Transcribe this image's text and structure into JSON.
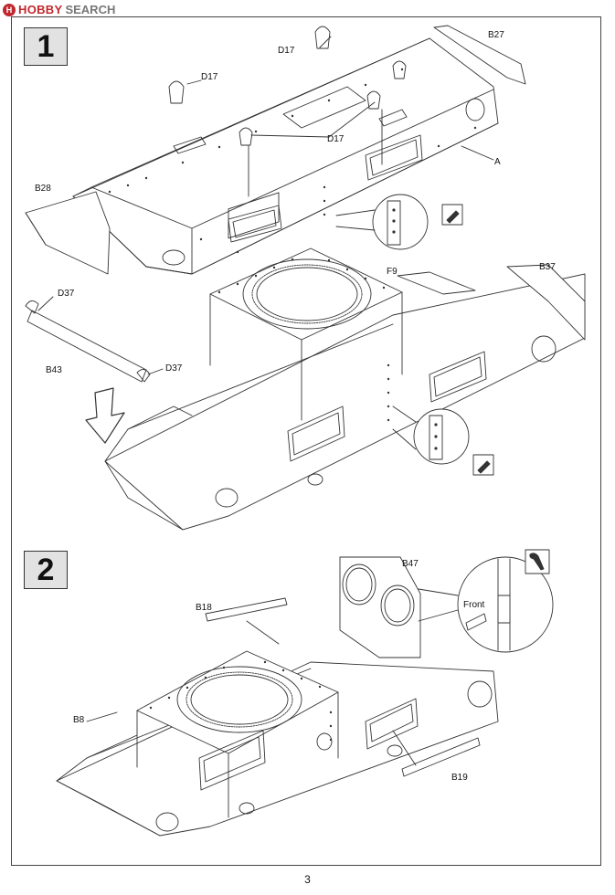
{
  "watermark": {
    "brand": "HOBBY",
    "word": "SEARCH",
    "mark": "H"
  },
  "page_number": "3",
  "steps": [
    {
      "number": "1",
      "parts": {
        "B27": "B27",
        "D17a": "D17",
        "D17b": "D17",
        "D17c": "D17",
        "A": "A",
        "B28": "B28",
        "F9": "F9",
        "B37": "B37",
        "D37a": "D37",
        "D37b": "D37",
        "B43": "B43"
      }
    },
    {
      "number": "2",
      "parts": {
        "B47": "B47",
        "B18": "B18",
        "B8": "B8",
        "B19": "B19"
      },
      "inset_label": "Front"
    }
  ],
  "colors": {
    "line": "#333333",
    "fill_gray": "#e2e2e2",
    "brand": "#c0282d"
  },
  "icons": [
    "glue-icon",
    "paint-brush-icon",
    "arrow-down-icon"
  ]
}
